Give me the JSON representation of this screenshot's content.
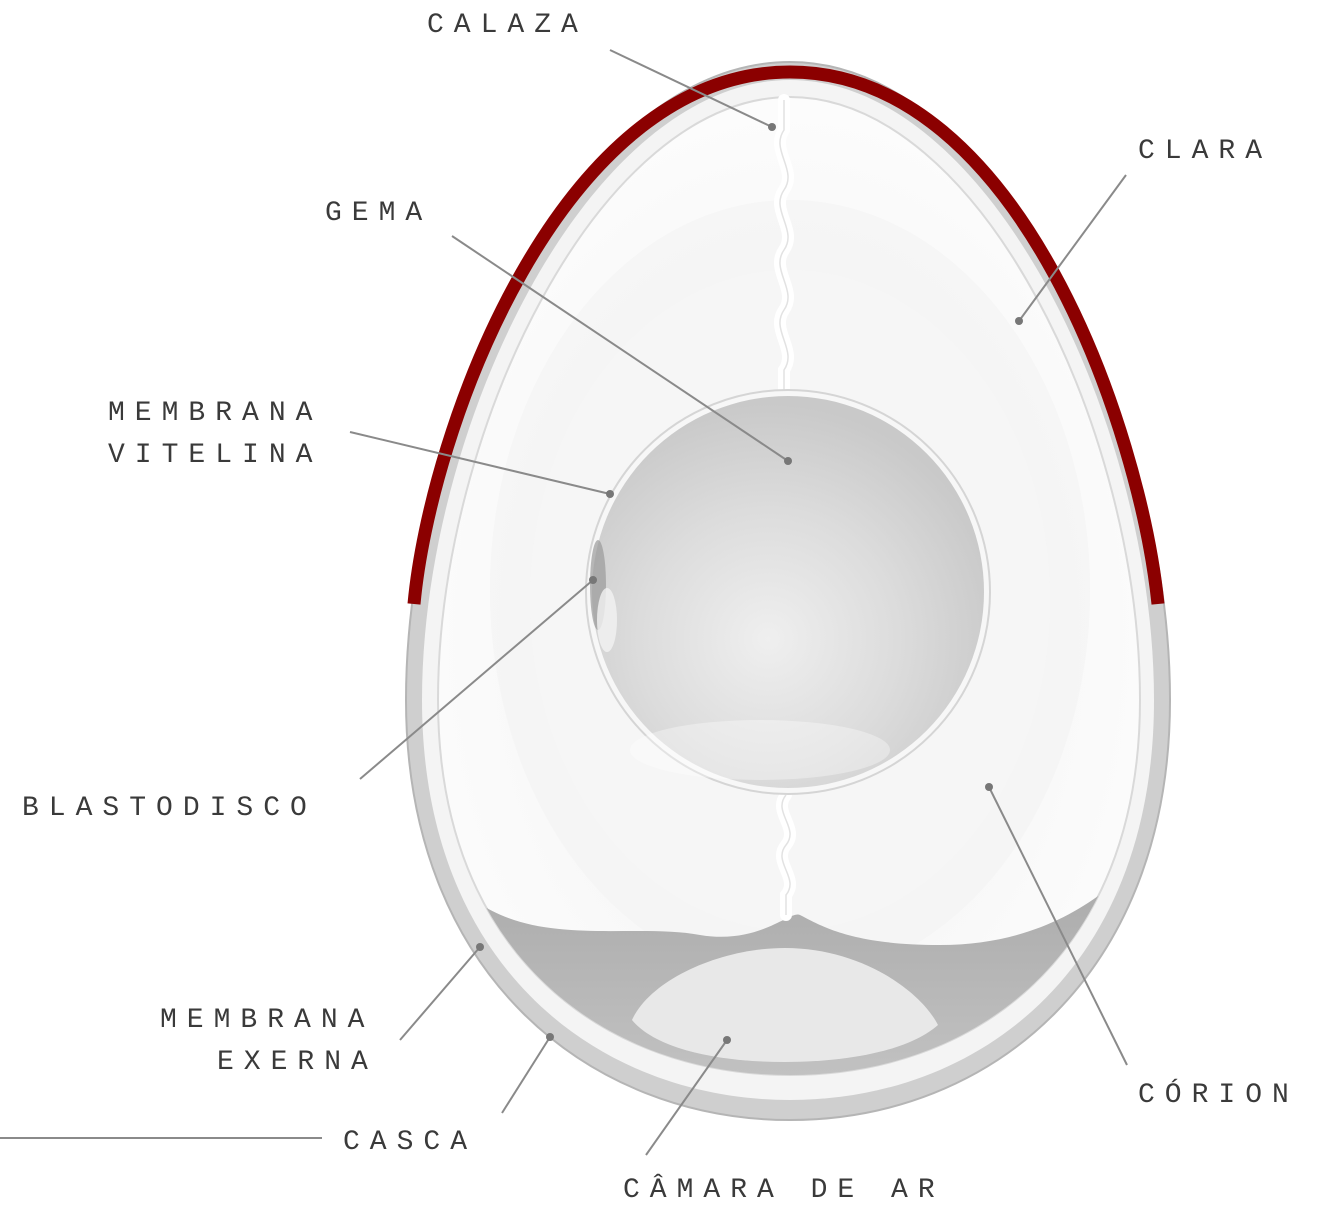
{
  "labels": {
    "calaza": "CALAZA",
    "clara": "CLARA",
    "gema": "GEMA",
    "membrana_vitelina_1": "MEMBRANA",
    "membrana_vitelina_2": "VITELINA",
    "blastodisco": "BLASTODISCO",
    "membrana_externa_1": "MEMBRANA",
    "membrana_externa_2": "EXERNA",
    "casca": "CASCA",
    "camara_de_ar": "CÂMARA DE AR",
    "corion": "CÓRION"
  },
  "colors": {
    "accent_shell": "#8b0000",
    "shell": "#cfcfcf",
    "white": "#fbfbfb",
    "yolk": "#d7d7d7",
    "air_cell": "#b9b9b9",
    "leader": "#8a8a8a"
  }
}
